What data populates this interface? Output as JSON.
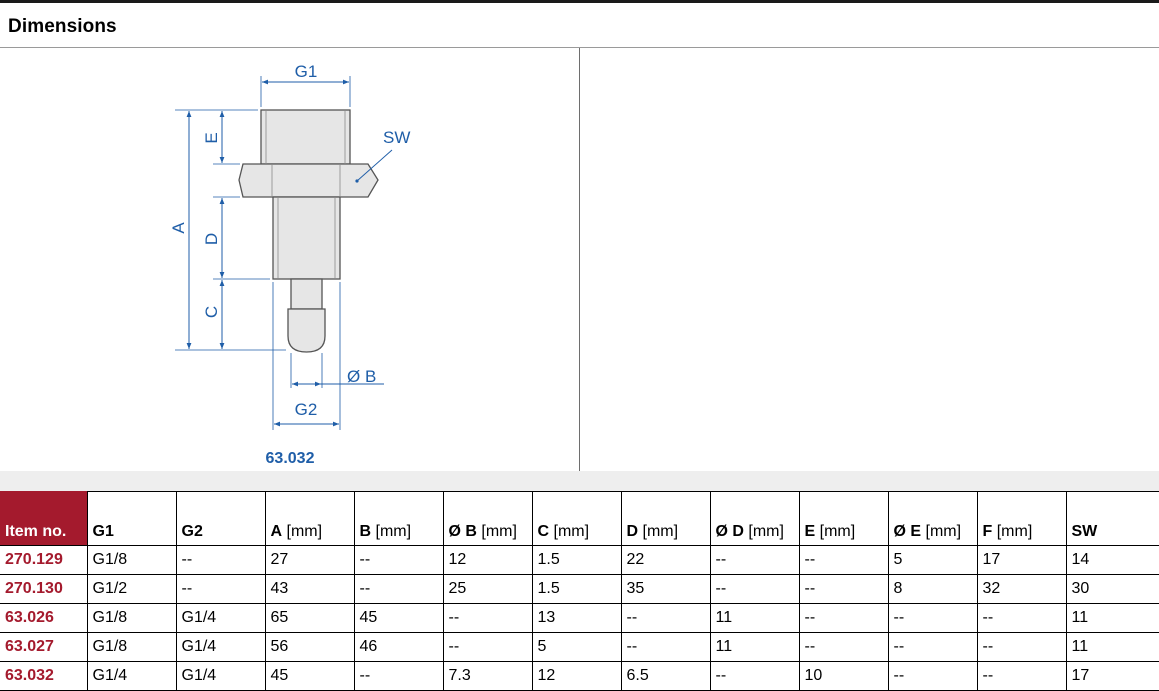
{
  "title": "Dimensions",
  "drawing": {
    "caption": "63.032",
    "labels": {
      "g1": "G1",
      "sw": "SW",
      "e": "E",
      "a": "A",
      "d": "D",
      "c": "C",
      "b": "Ø B",
      "g2": "G2"
    },
    "colors": {
      "dimension": "#1f5ea8",
      "outline": "#555555",
      "part": "#e6e6e6",
      "caption": "#1f5ea8"
    }
  },
  "table": {
    "header_color": "#a41a2d",
    "headers": [
      {
        "bold": "Item no.",
        "unit": ""
      },
      {
        "bold": "G1",
        "unit": ""
      },
      {
        "bold": "G2",
        "unit": ""
      },
      {
        "bold": "A",
        "unit": "[mm]"
      },
      {
        "bold": "B",
        "unit": "[mm]"
      },
      {
        "bold": "Ø B",
        "unit": "[mm]"
      },
      {
        "bold": "C",
        "unit": "[mm]"
      },
      {
        "bold": "D",
        "unit": "[mm]"
      },
      {
        "bold": "Ø D",
        "unit": "[mm]"
      },
      {
        "bold": "E",
        "unit": "[mm]"
      },
      {
        "bold": "Ø E",
        "unit": "[mm]"
      },
      {
        "bold": "F",
        "unit": "[mm]"
      },
      {
        "bold": "SW",
        "unit": ""
      }
    ],
    "rows": [
      [
        "270.129",
        "G1/8",
        "--",
        "27",
        "--",
        "12",
        "1.5",
        "22",
        "--",
        "--",
        "5",
        "17",
        "14"
      ],
      [
        "270.130",
        "G1/2",
        "--",
        "43",
        "--",
        "25",
        "1.5",
        "35",
        "--",
        "--",
        "8",
        "32",
        "30"
      ],
      [
        "63.026",
        "G1/8",
        "G1/4",
        "65",
        "45",
        "--",
        "13",
        "--",
        "11",
        "--",
        "--",
        "--",
        "11"
      ],
      [
        "63.027",
        "G1/8",
        "G1/4",
        "56",
        "46",
        "--",
        "5",
        "--",
        "11",
        "--",
        "--",
        "--",
        "11"
      ],
      [
        "63.032",
        "G1/4",
        "G1/4",
        "45",
        "--",
        "7.3",
        "12",
        "6.5",
        "--",
        "10",
        "--",
        "--",
        "17"
      ]
    ]
  }
}
